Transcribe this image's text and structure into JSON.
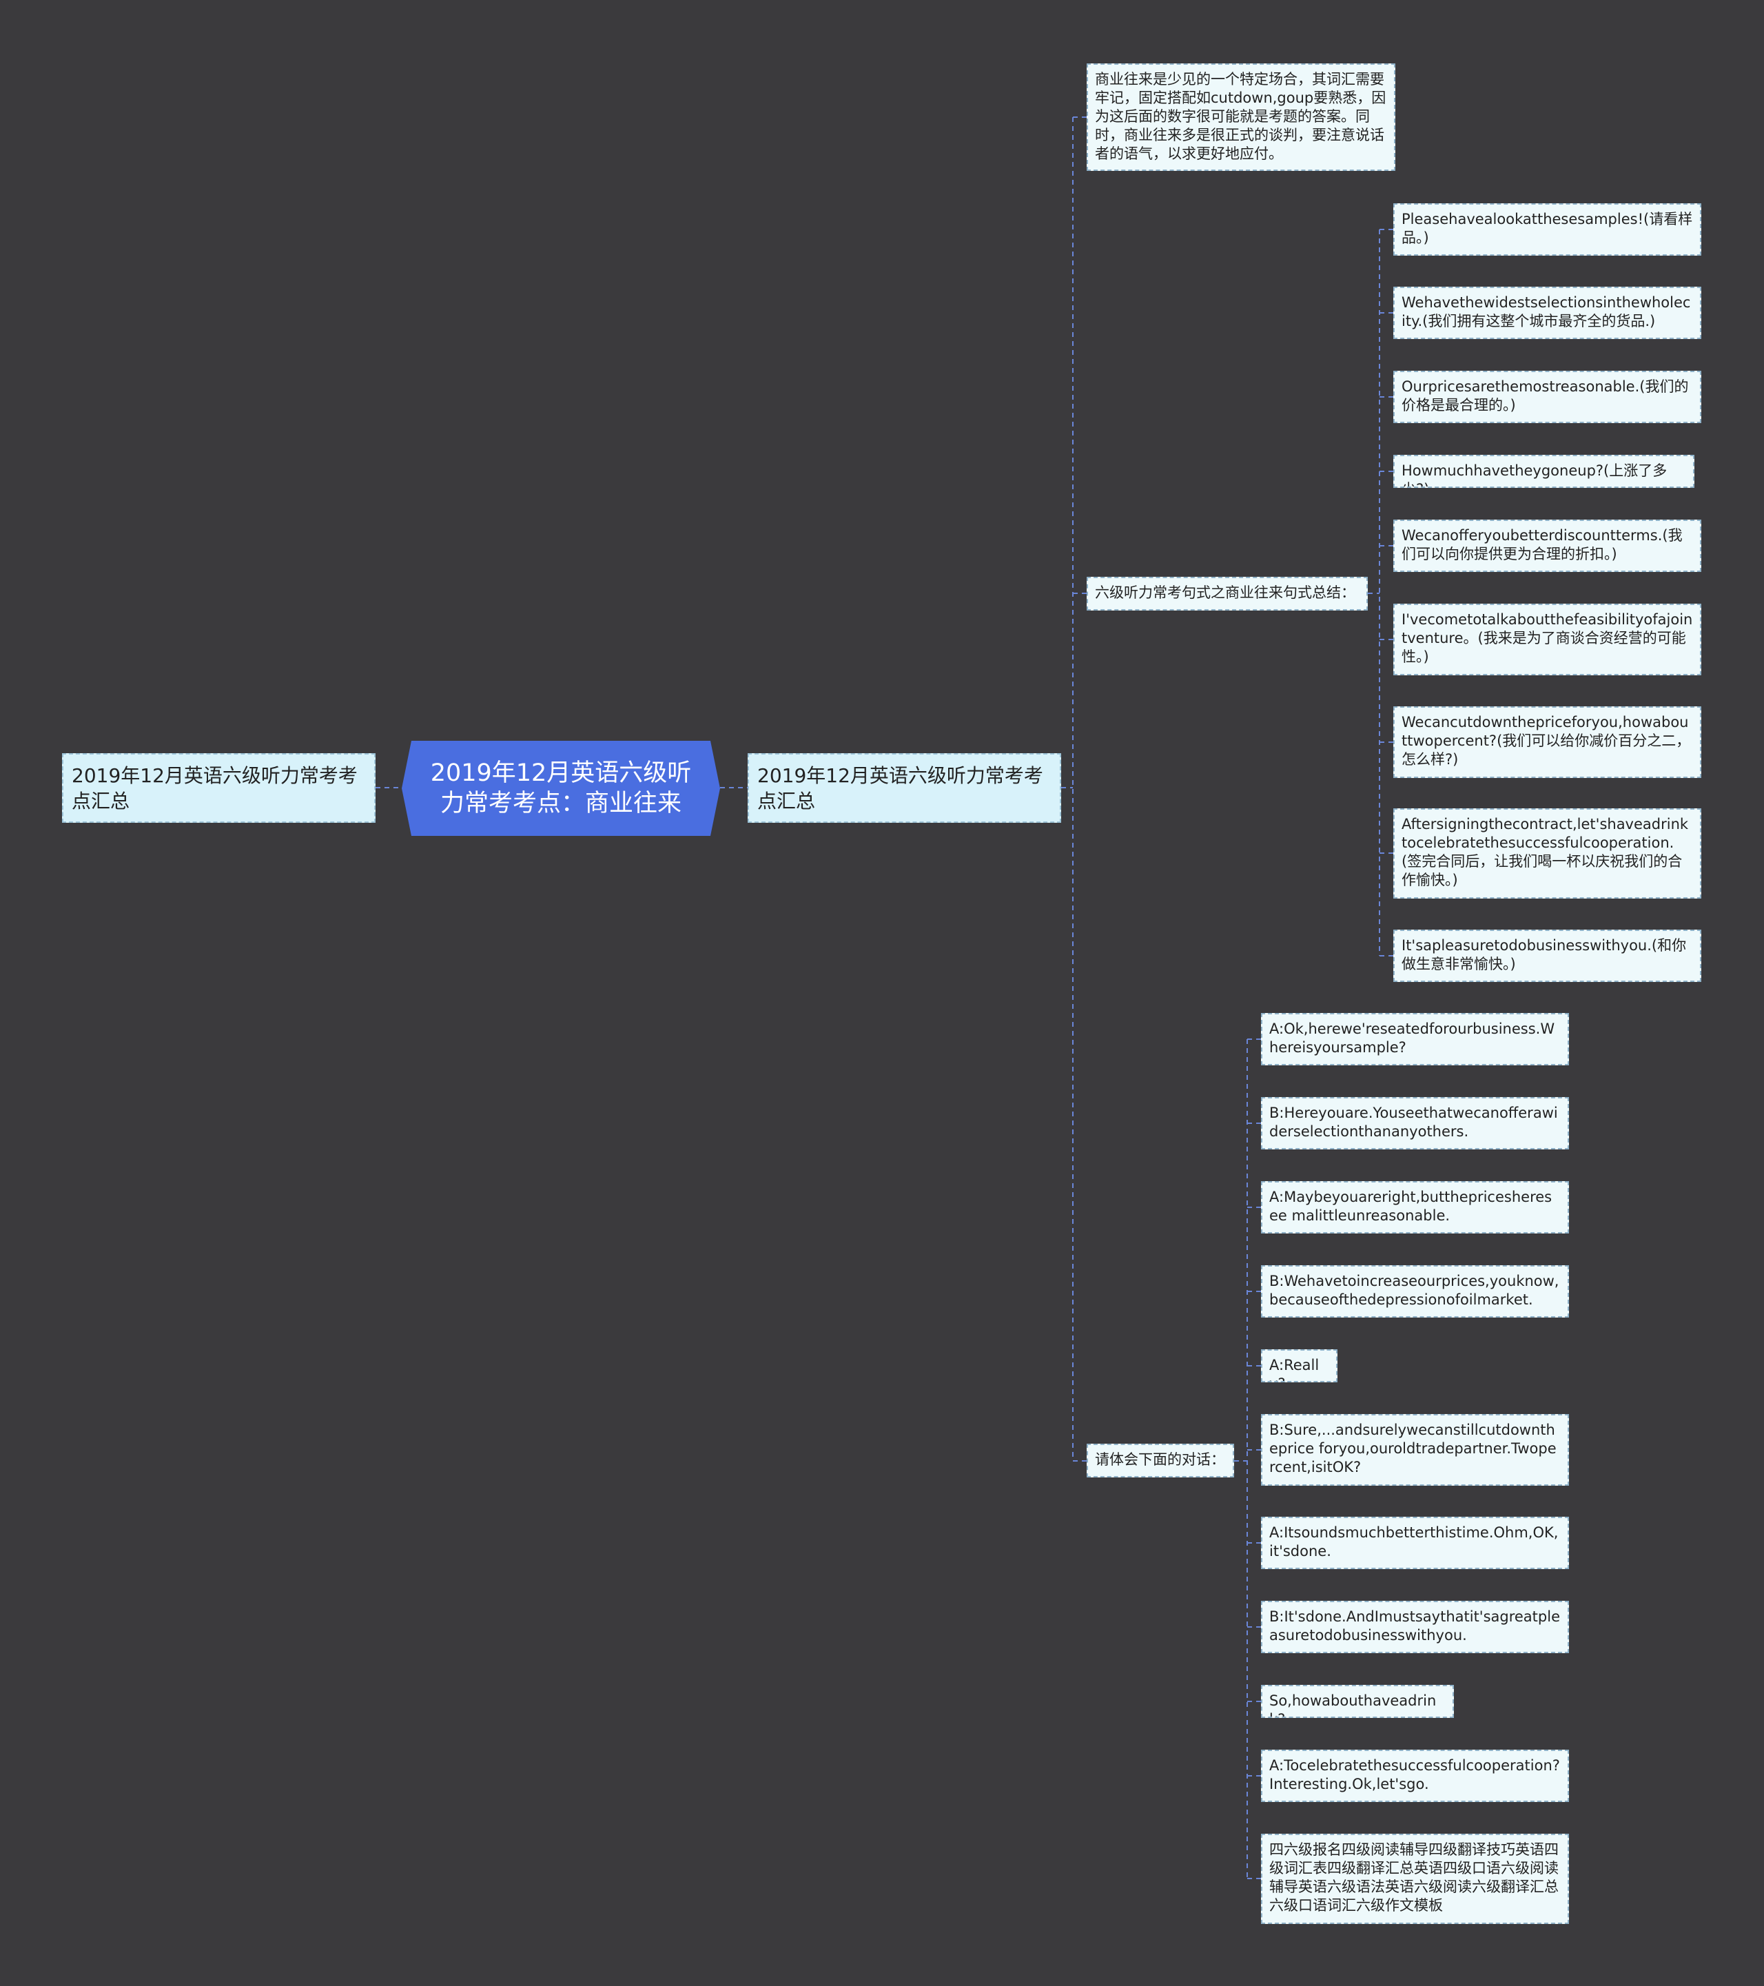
{
  "root": {
    "title": "2019年12月英语六级听力常考考点：商业往来"
  },
  "left_branch": {
    "label": "2019年12月英语六级听力常考考点汇总"
  },
  "right_branch": {
    "label": "2019年12月英语六级听力常考考点汇总"
  },
  "intro": {
    "text": "商业往来是少见的一个特定场合，其词汇需要牢记，固定搭配如cutdown,goup要熟悉，因为这后面的数字很可能就是考题的答案。同时，商业往来多是很正式的谈判，要注意说话者的语气，以求更好地应付。"
  },
  "sentences": {
    "label": "六级听力常考句式之商业往来句式总结：",
    "items": [
      "Pleasehavealookatthesesamples!(请看样品。)",
      "Wehavethewidestselectionsinthewholecity.(我们拥有这整个城市最齐全的货品.)",
      "Ourpricesarethemostreasonable.(我们的价格是最合理的。)",
      "Howmuchhavetheygoneup?(上涨了多少?)",
      "Wecanofferyoubetterdiscountterms.(我们可以向你提供更为合理的折扣。)",
      "I'vecometotalkaboutthefeasibilityofajointventure。(我来是为了商谈合资经营的可能性。)",
      "Wecancutdownthepriceforyou,howabouttwopercent?(我们可以给你减价百分之二，怎么样?)",
      "Aftersigningthecontract,let'shaveadrinktocelebratethesuccessfulcooperation.(签完合同后，让我们喝一杯以庆祝我们的合作愉快。)",
      "It'sapleasuretodobusinesswithyou.(和你做生意非常愉快。)"
    ]
  },
  "dialogue": {
    "label": "请体会下面的对话：",
    "items": [
      "A:Ok,herewe'reseatedforourbusiness.Whereisyoursample?",
      "B:Hereyouare.Youseethatwecanofferawiderselectionthananyothers.",
      "A:Maybeyouareright,butthepricesheresee malittleunreasonable.",
      "B:Wehavetoincreaseourprices,youknow,becauseofthedepressionofoilmarket.",
      "A:Really?",
      "B:Sure,...andsurelywecanstillcutdowntheprice foryou,ouroldtradepartner.Twopercent,isitOK?",
      "A:Itsoundsmuchbetterthistime.Ohm,OK,it'sdone.",
      "B:It'sdone.AndImustsaythatit'sagreatpleasuretodobusinesswithyou.",
      "So,howabouthaveadrink?",
      "A:Tocelebratethesuccessfulcooperation?Interesting.Ok,let'sgo.",
      "四六级报名四级阅读辅导四级翻译技巧英语四级词汇表四级翻译汇总英语四级口语六级阅读辅导英语六级语法英语六级阅读六级翻译汇总六级口语词汇六级作文模板"
    ]
  },
  "colors": {
    "background": "#3b3a3d",
    "root_fill": "#4a6ee0",
    "branch_fill": "#d8f2fa",
    "leaf_fill": "#eef9fb",
    "connector": "#6a86d8"
  }
}
